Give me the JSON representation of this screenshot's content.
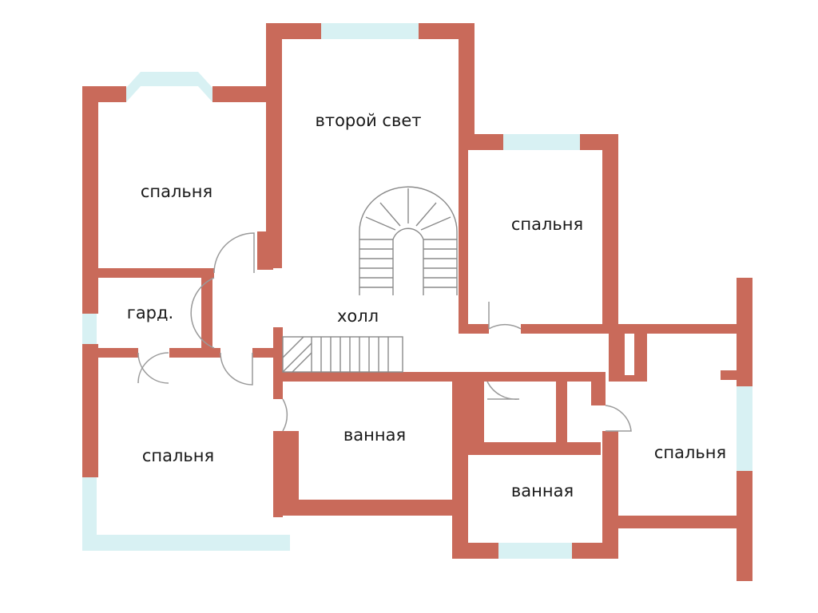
{
  "colors": {
    "wall": "#c96a5a",
    "window": "#d8f1f3",
    "background": "#ffffff"
  },
  "rooms": {
    "second_light": "второй свет",
    "bedroom_top_left": "спальня",
    "bedroom_top_right": "спальня",
    "wardrobe": "гард.",
    "hall": "холл",
    "bedroom_bottom_left": "спальня",
    "bathroom_center": "ванная",
    "bathroom_bottom": "ванная",
    "bedroom_right": "спальня"
  }
}
